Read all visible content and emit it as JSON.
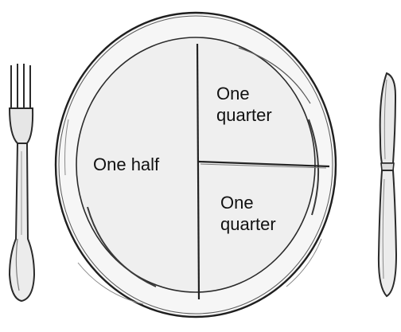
{
  "plate": {
    "sections": [
      {
        "id": "left",
        "lines": [
          "One half"
        ]
      },
      {
        "id": "top-right",
        "lines": [
          "One",
          "quarter"
        ]
      },
      {
        "id": "bottom-right",
        "lines": [
          "One",
          "quarter"
        ]
      }
    ]
  },
  "utensils": {
    "left": "fork-icon",
    "right": "knife-icon"
  },
  "colors": {
    "ink": "#1a1a1a",
    "plate_fill": "#efefef",
    "rim_fill": "#f7f7f7",
    "label_text": "#111111"
  }
}
